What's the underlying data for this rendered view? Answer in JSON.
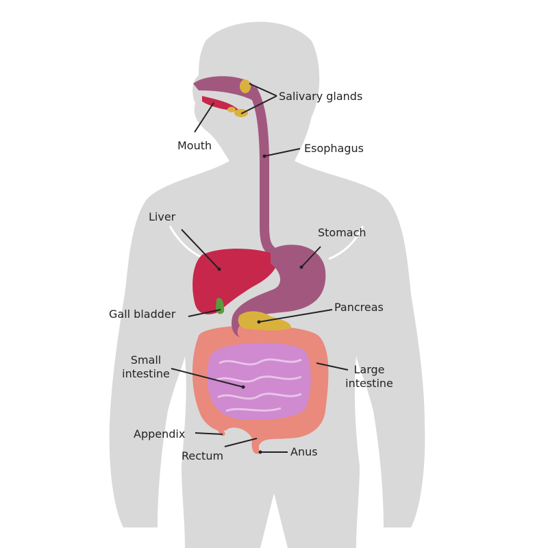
{
  "labels": {
    "salivary_glands": "Salivary glands",
    "mouth": "Mouth",
    "esophagus": "Esophagus",
    "liver": "Liver",
    "stomach": "Stomach",
    "gall_bladder": "Gall bladder",
    "pancreas": "Pancreas",
    "small_intestine_1": "Small",
    "small_intestine_2": "intestine",
    "large_intestine_1": "Large",
    "large_intestine_2": "intestine",
    "appendix": "Appendix",
    "rectum": "Rectum",
    "anus": "Anus"
  },
  "colors": {
    "body": "#d9d9d9",
    "liver": "#c6274a",
    "stomach": "#a2587e",
    "pancreas": "#d9b23e",
    "gall_bladder": "#5c9a3e",
    "large_intestine": "#e98a7c",
    "small_intestine": "#cf8ad0",
    "salivary": "#d9b23e"
  }
}
